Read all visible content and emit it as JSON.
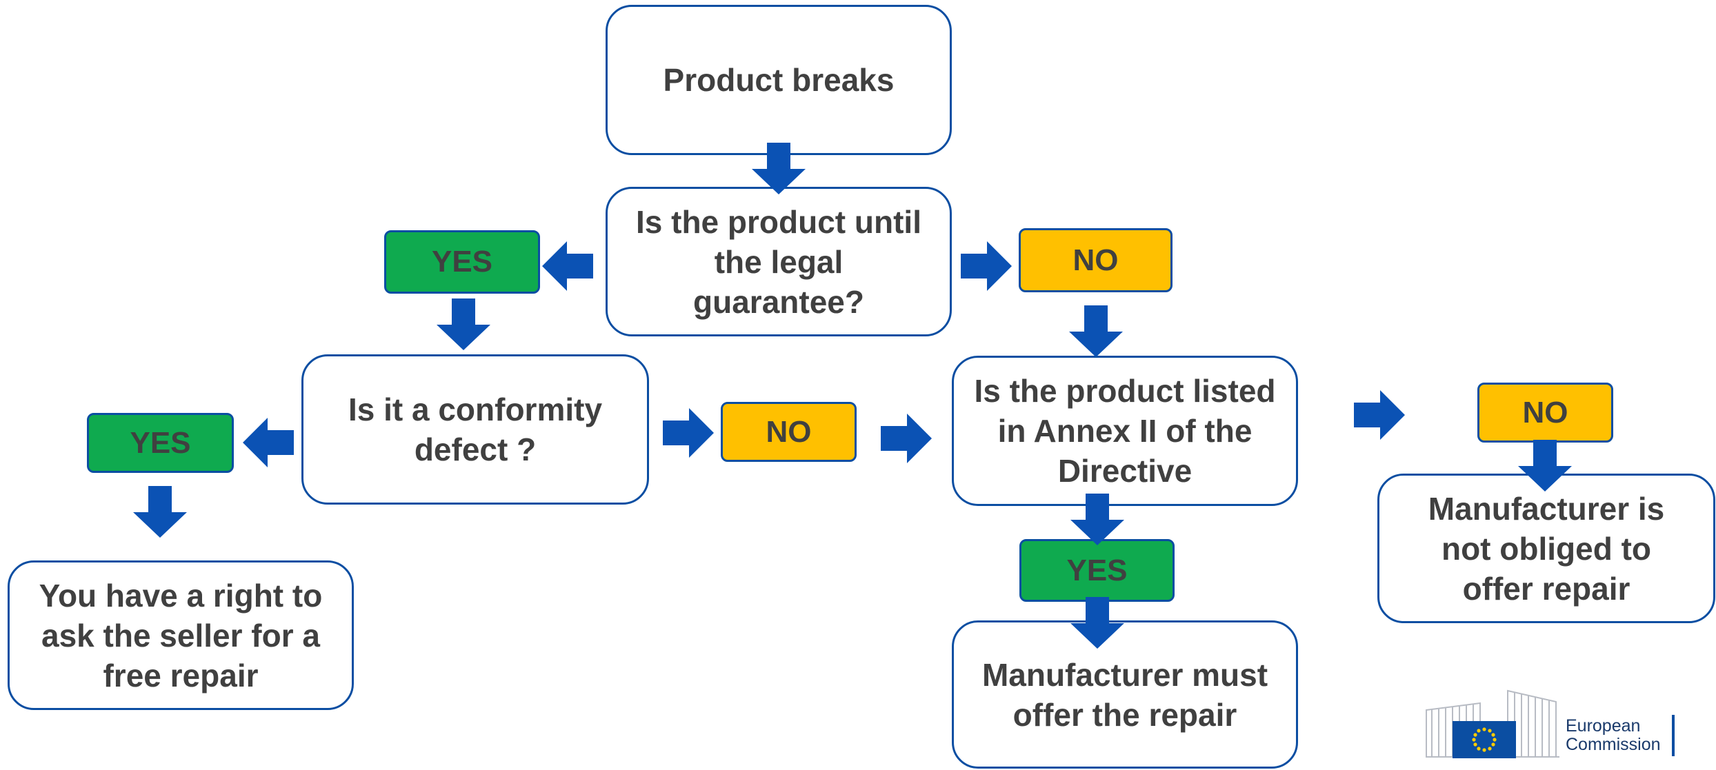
{
  "nodes": {
    "product_breaks": "Product breaks",
    "q_guarantee": "Is the product until the legal guarantee?",
    "q_conformity": "Is it a conformity defect ?",
    "q_annex": "Is the product listed in Annex II of the Directive",
    "right_free_repair": "You have a right to ask the seller for a free repair",
    "must_offer": "Manufacturer must offer the repair",
    "not_obliged": "Manufacturer is not obliged to offer repair"
  },
  "labels": {
    "yes": "YES",
    "no": "NO"
  },
  "logo": {
    "line1": "European",
    "line2": "Commission"
  },
  "colors": {
    "yes": "#0faa4f",
    "no": "#ffc000",
    "arrow": "#0b52b4",
    "border": "#0b4ea2"
  }
}
